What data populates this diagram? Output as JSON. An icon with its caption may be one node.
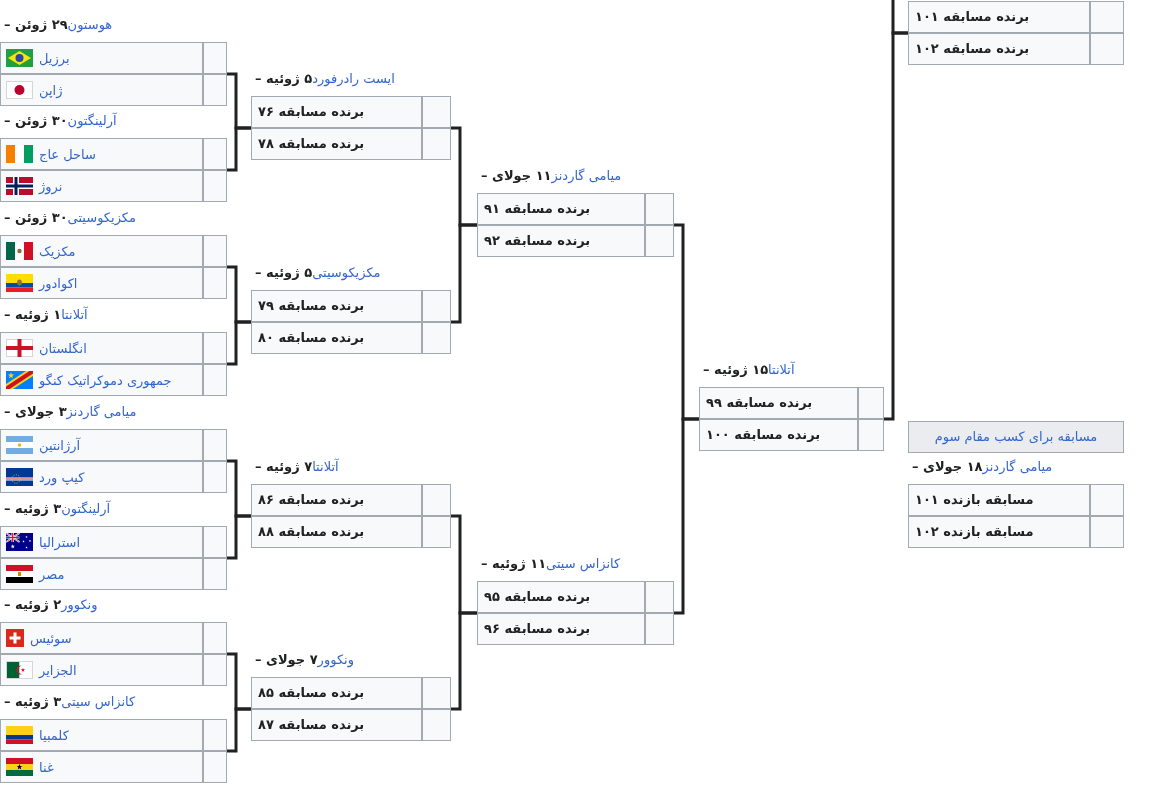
{
  "diagram": {
    "nodes": [
      {
        "text": [
          "هوستون",
          "۲۹ ژوئن –",
          "برزیل",
          "ژاپن"
        ]
      },
      {
        "text": [
          "آرلینگتون",
          "۳۰ ژوئن –",
          "ساحل عاج",
          "نروژ"
        ]
      },
      {
        "text": [
          "مکزیکوسیتی",
          "۳۰ ژوئن –",
          "مکزیک",
          "اکوادور"
        ]
      },
      {
        "text": [
          "آتلانتا",
          "۱ ژوئیه –",
          "انگلستان",
          "جمهوری دموکراتیک کنگو"
        ]
      },
      {
        "text": [
          "میامی گاردنز",
          "۳ جولای –",
          "آرژانتین",
          "کیپ ورد"
        ]
      },
      {
        "text": [
          "آرلینگتون",
          "۳ ژوئیه –",
          "استرالیا",
          "مصر"
        ]
      },
      {
        "text": [
          "ونکوور",
          "۲ ژوئیه –",
          "سوئیس",
          "الجزایر"
        ]
      },
      {
        "text": [
          "کانزاس سیتی",
          "۳ ژوئیه –",
          "کلمبیا",
          "غنا"
        ]
      },
      {
        "text": [
          "ایست رادرفورد",
          "۵ ژوئیه –",
          "برنده مسابقه ۷۶",
          "برنده مسابقه ۷۸"
        ]
      },
      {
        "text": [
          "مکزیکوسیتی",
          "۵ ژوئیه –",
          "برنده مسابقه ۷۹",
          "برنده مسابقه ۸۰"
        ]
      },
      {
        "text": [
          "آتلانتا",
          "۷ ژوئیه –",
          "برنده مسابقه ۸۶",
          "برنده مسابقه ۸۸"
        ]
      },
      {
        "text": [
          "ونکوور",
          "۷ جولای –",
          "برنده مسابقه ۸۵",
          "برنده مسابقه ۸۷"
        ]
      },
      {
        "text": [
          "میامی گاردنز",
          "۱۱ جولای –",
          "برنده مسابقه ۹۱",
          "برنده مسابقه ۹۲"
        ]
      },
      {
        "text": [
          "کانزاس سیتی",
          "۱۱ ژوئیه –",
          "برنده مسابقه ۹۵",
          "برنده مسابقه ۹۶"
        ]
      },
      {
        "text": [
          "آتلانتا",
          "۱۵ ژوئیه –",
          "برنده مسابقه ۹۹",
          "برنده مسابقه ۱۰۰"
        ]
      },
      {
        "text": [
          "برنده مسابقه ۱۰۱",
          "برنده مسابقه ۱۰۲"
        ]
      },
      {
        "text": [
          "مسابقه برای کسب مقام سوم"
        ]
      },
      {
        "text": [
          "میامی گاردنز",
          "۱۸ جولای –",
          "مسابقه بازنده ۱۰۱",
          "مسابقه بازنده ۱۰۲"
        ]
      }
    ],
    "edges": [
      {
        "from": 0,
        "to": 8,
        "arrow": "none"
      },
      {
        "from": 1,
        "to": 8,
        "arrow": "none"
      },
      {
        "from": 2,
        "to": 9,
        "arrow": "none"
      },
      {
        "from": 3,
        "to": 9,
        "arrow": "none"
      },
      {
        "from": 4,
        "to": 10,
        "arrow": "none"
      },
      {
        "from": 5,
        "to": 10,
        "arrow": "none"
      },
      {
        "from": 6,
        "to": 11,
        "arrow": "none"
      },
      {
        "from": 7,
        "to": 11,
        "arrow": "none"
      },
      {
        "from": 8,
        "to": 12,
        "arrow": "none"
      },
      {
        "from": 9,
        "to": 12,
        "arrow": "none"
      },
      {
        "from": 10,
        "to": 13,
        "arrow": "none"
      },
      {
        "from": 11,
        "to": 13,
        "arrow": "none"
      },
      {
        "from": 12,
        "to": 14,
        "arrow": "none"
      },
      {
        "from": 13,
        "to": 14,
        "arrow": "none"
      },
      {
        "from": 14,
        "to": 15,
        "arrow": "none"
      },
      {
        "from": null,
        "to": 15,
        "arrow": "none"
      }
    ]
  }
}
